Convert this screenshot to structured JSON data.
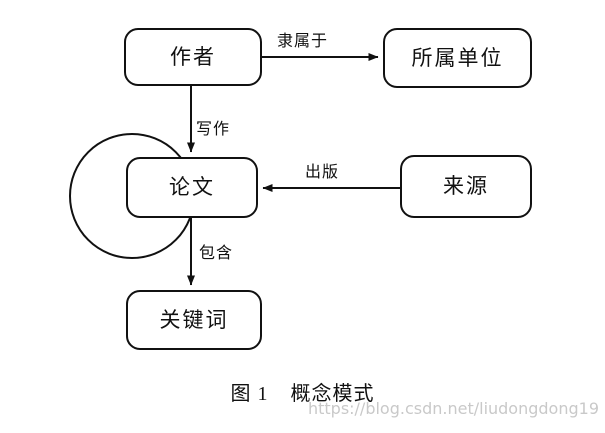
{
  "figure": {
    "caption_prefix": "图",
    "caption_number": "1",
    "caption_title": "概念模式",
    "watermark": "https://blog.csdn.net/liudongdong19",
    "background_color": "#ffffff",
    "stroke_color": "#111111",
    "watermark_color": "#c9c9c9"
  },
  "nodes": [
    {
      "id": "author",
      "label": "作者",
      "shape": "rounded-rect"
    },
    {
      "id": "affil",
      "label": "所属单位",
      "shape": "rounded-rect"
    },
    {
      "id": "paper",
      "label": "论文",
      "shape": "rounded-rect"
    },
    {
      "id": "source",
      "label": "来源",
      "shape": "rounded-rect"
    },
    {
      "id": "keyword",
      "label": "关键词",
      "shape": "rounded-rect"
    }
  ],
  "decorations": [
    {
      "id": "paper-self-loop",
      "shape": "circle",
      "attached_to": "paper"
    }
  ],
  "edges": [
    {
      "id": "author-affil",
      "label": "隶属于",
      "from": "author",
      "to": "affil",
      "direction": "right"
    },
    {
      "id": "author-paper",
      "label": "写作",
      "from": "author",
      "to": "paper",
      "direction": "down"
    },
    {
      "id": "source-paper",
      "label": "出版",
      "from": "source",
      "to": "paper",
      "direction": "left"
    },
    {
      "id": "paper-keyword",
      "label": "包含",
      "from": "paper",
      "to": "keyword",
      "direction": "down"
    }
  ]
}
